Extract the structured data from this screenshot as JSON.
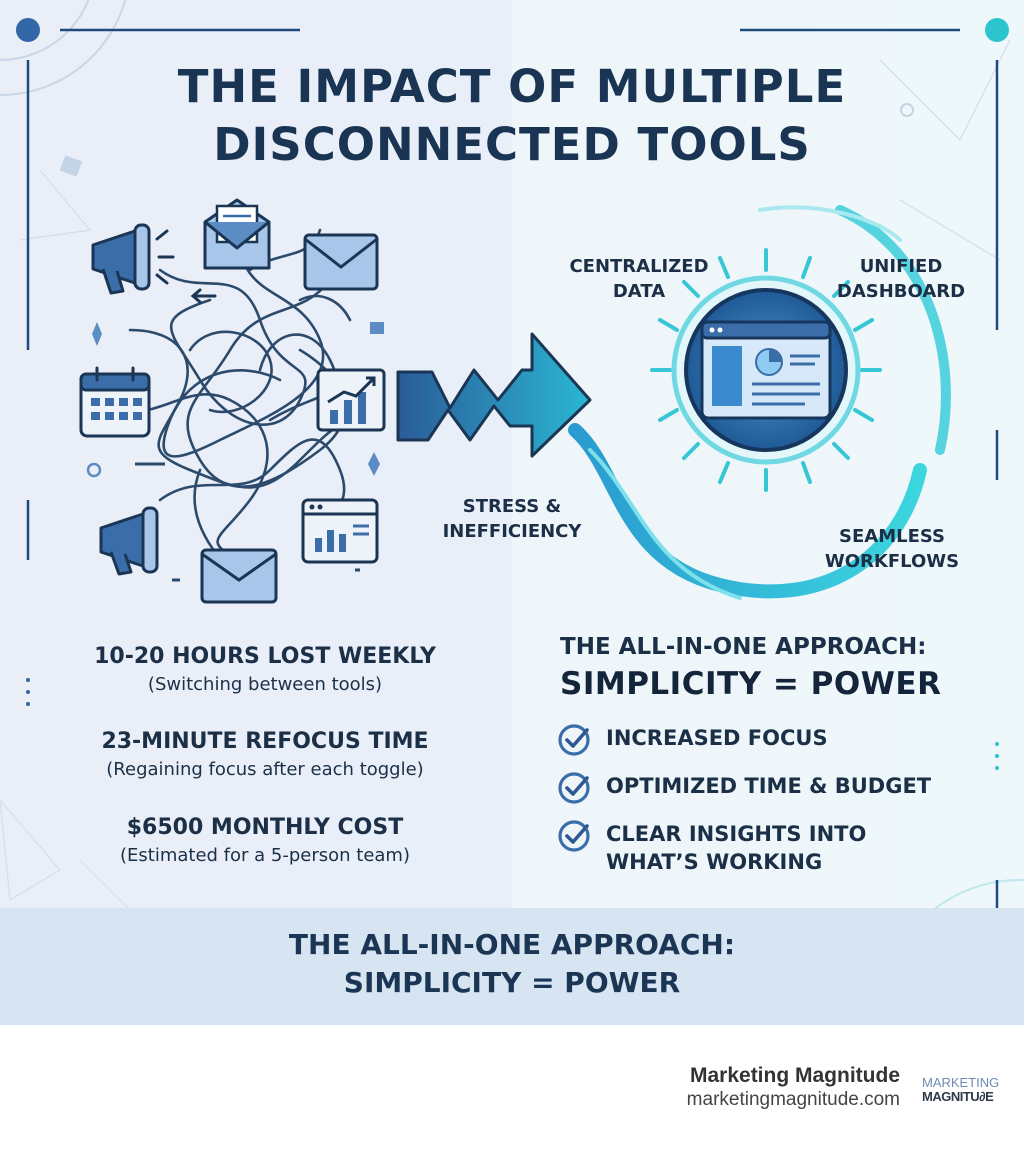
{
  "title": [
    "THE IMPACT OF MULTIPLE",
    "DISCONNECTED TOOLS"
  ],
  "diagram": {
    "center_label": [
      "STRESS &",
      "INEFFICIENCY"
    ],
    "hub_labels": {
      "centralized": [
        "CENTRALIZED",
        "DATA"
      ],
      "unified": [
        "UNIFIED",
        "DASHBOARD"
      ],
      "seamless": [
        "SEAMLESS",
        "WORKFLOWS"
      ]
    },
    "tool_icons": [
      "megaphone-icon",
      "envelope-icon",
      "calendar-icon",
      "chart-icon",
      "dashboard-icon"
    ]
  },
  "stats": [
    {
      "title": "10-20 HOURS LOST WEEKLY",
      "subtitle": "(Switching between tools)"
    },
    {
      "title": "23-MINUTE REFOCUS TIME",
      "subtitle": "(Regaining focus after each toggle)"
    },
    {
      "title": "$6500 MONTHLY COST",
      "subtitle": "(Estimated for a 5-person team)"
    }
  ],
  "approach": {
    "heading": "THE ALL-IN-ONE APPROACH:",
    "main": "SIMPLICITY = POWER",
    "benefits": [
      [
        "INCREASED FOCUS"
      ],
      [
        "OPTIMIZED TIME & BUDGET"
      ],
      [
        "CLEAR INSIGHTS INTO",
        "WHAT’S WORKING"
      ]
    ]
  },
  "footer": [
    "THE ALL-IN-ONE APPROACH:",
    "SIMPLICITY = POWER"
  ],
  "brand": {
    "name": "Marketing Magnitude",
    "url": "marketingmagnitude.com",
    "logo": [
      "MARKETING",
      "MAGNITU∂E"
    ]
  },
  "colors": {
    "navy": "#1b3554",
    "blue": "#3b6ea8",
    "light_blue": "#a8c6ea",
    "teal": "#2ec4d6",
    "cyan_light": "#8fe3ec"
  }
}
